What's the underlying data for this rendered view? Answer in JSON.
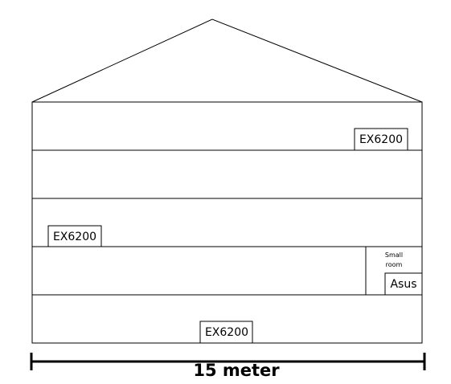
{
  "floors": [
    {
      "devices": [
        "EX6200"
      ]
    },
    {
      "devices": []
    },
    {
      "devices": [
        "EX6200"
      ]
    },
    {
      "devices": [],
      "room": {
        "label_line1": "Small",
        "label_line2": "room",
        "device": "Asus"
      }
    },
    {
      "devices": [
        "EX6200"
      ]
    }
  ],
  "scale": {
    "label": "15 meter"
  }
}
